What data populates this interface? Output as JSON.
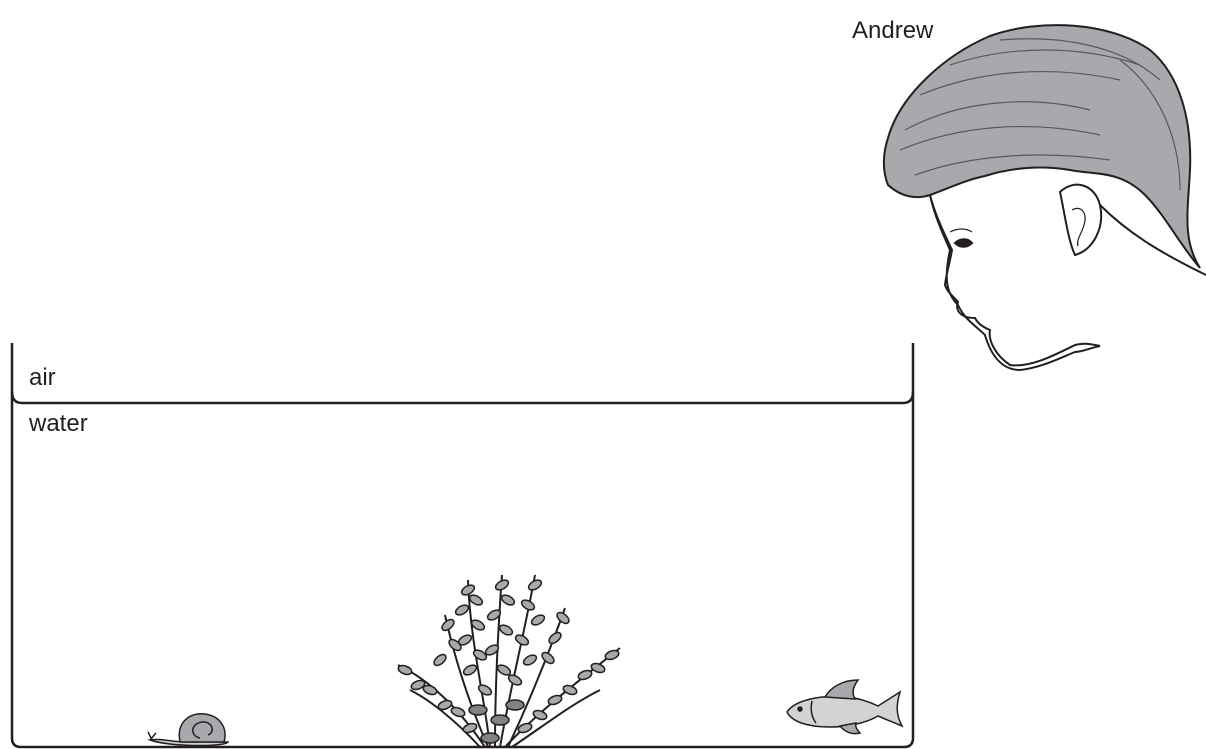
{
  "labels": {
    "person": "Andrew",
    "air": "air",
    "water": "water"
  },
  "colors": {
    "line": "#231f20",
    "fill_grey": "#a7a9ac",
    "fill_light": "#d1d3d4",
    "fill_dark": "#808285"
  },
  "illustration": {
    "person": "boy-head-profile",
    "container": "aquarium-tank",
    "contents": [
      "pond-snail",
      "water-plant",
      "goldfish"
    ]
  }
}
